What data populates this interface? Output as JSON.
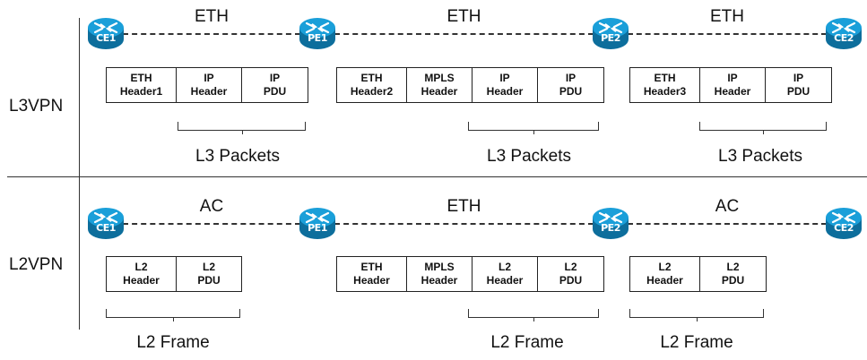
{
  "rows": {
    "l3": {
      "label": "L3VPN",
      "routers": [
        "CE1",
        "PE1",
        "PE2",
        "CE2"
      ],
      "links": [
        "ETH",
        "ETH",
        "ETH"
      ],
      "packets": [
        {
          "cells": [
            [
              "ETH",
              "Header1"
            ],
            [
              "IP",
              "Header"
            ],
            [
              "IP",
              "PDU"
            ]
          ]
        },
        {
          "cells": [
            [
              "ETH",
              "Header2"
            ],
            [
              "MPLS",
              "Header"
            ],
            [
              "IP",
              "Header"
            ],
            [
              "IP",
              "PDU"
            ]
          ]
        },
        {
          "cells": [
            [
              "ETH",
              "Header3"
            ],
            [
              "IP",
              "Header"
            ],
            [
              "IP",
              "PDU"
            ]
          ]
        }
      ],
      "captions": [
        "L3 Packets",
        "L3 Packets",
        "L3 Packets"
      ]
    },
    "l2": {
      "label": "L2VPN",
      "routers": [
        "CE1",
        "PE1",
        "PE2",
        "CE2"
      ],
      "links": [
        "AC",
        "ETH",
        "AC"
      ],
      "packets": [
        {
          "cells": [
            [
              "L2",
              "Header"
            ],
            [
              "L2",
              "PDU"
            ]
          ]
        },
        {
          "cells": [
            [
              "ETH",
              "Header"
            ],
            [
              "MPLS",
              "Header"
            ],
            [
              "L2",
              "Header"
            ],
            [
              "L2",
              "PDU"
            ]
          ]
        },
        {
          "cells": [
            [
              "L2",
              "Header"
            ],
            [
              "L2",
              "PDU"
            ]
          ]
        }
      ],
      "captions": [
        "L2 Frame",
        "L2 Frame",
        "L2 Frame"
      ]
    }
  },
  "colors": {
    "router": "#1a9fd9",
    "router_dark": "#0d6e9c",
    "line": "#333333"
  },
  "icons": {
    "router": "router-icon"
  }
}
